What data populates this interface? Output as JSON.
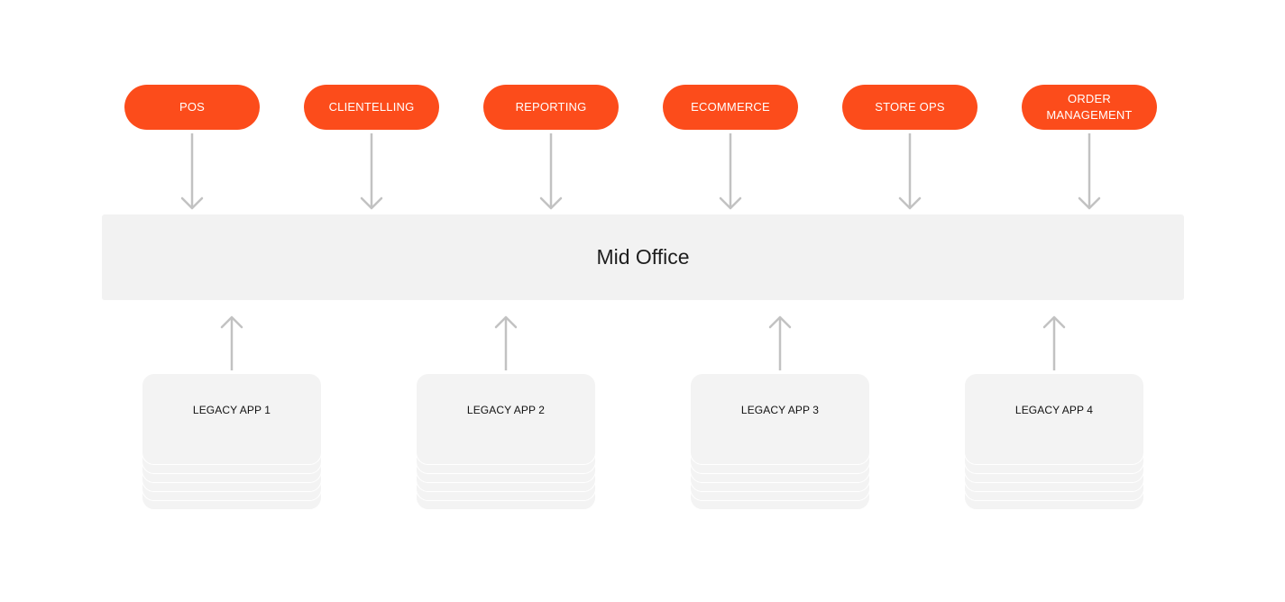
{
  "top_systems": [
    {
      "label": "POS"
    },
    {
      "label": "CLIENTELLING"
    },
    {
      "label": "REPORTING"
    },
    {
      "label": "ECOMMERCE"
    },
    {
      "label": "STORE OPS"
    },
    {
      "label": "ORDER\nMANAGEMENT"
    }
  ],
  "hub": {
    "label": "Mid Office"
  },
  "legacy_apps": [
    {
      "label": "LEGACY APP 1"
    },
    {
      "label": "LEGACY APP 2"
    },
    {
      "label": "LEGACY APP 3"
    },
    {
      "label": "LEGACY APP 4"
    }
  ],
  "colors": {
    "accent": "#fc4c1b",
    "hub": "#f2f2f2",
    "arrow": "#c2c2c2",
    "stack": "#f3f3f3"
  }
}
